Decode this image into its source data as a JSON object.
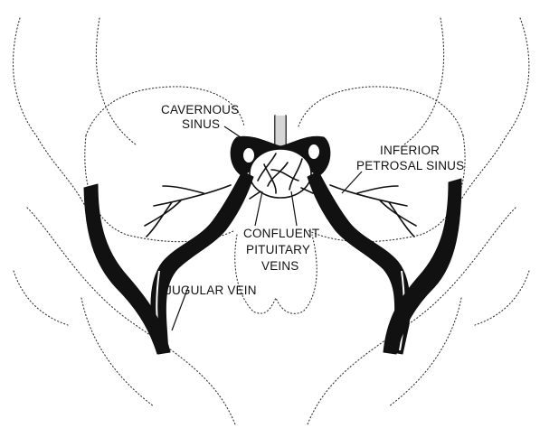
{
  "labels": {
    "cavernous_sinus": [
      "CAVERNOUS",
      "SINUS"
    ],
    "inferior_petrosal_sinus": [
      "INFERIOR",
      "PETROSAL SINUS"
    ],
    "confluent_pituitary_veins": [
      "CONFLUENT",
      "PITUITARY",
      "VEINS"
    ],
    "jugular_vein": "JUGULAR VEIN"
  },
  "colors": {
    "ink": "#111111",
    "outline": "#333333",
    "background": "#ffffff"
  }
}
